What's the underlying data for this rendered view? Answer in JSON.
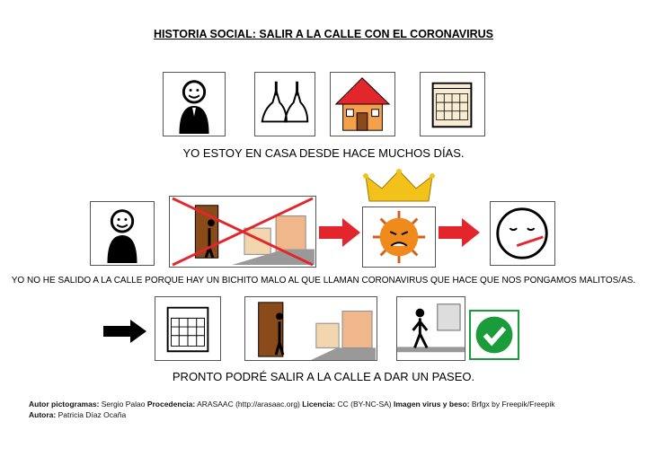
{
  "title": "HISTORIA SOCIAL: SALIR A LA CALLE CON EL CORONAVIRUS",
  "sentences": [
    "YO  ESTOY EN CASA DESDE HACE MUCHOS DÍAS.",
    "YO NO HE SALIDO A LA CALLE PORQUE HAY UN BICHITO MALO AL QUE LLAMAN CORONAVIRUS QUE HACE QUE NOS PONGAMOS MALITOS/AS.",
    "PRONTO PODRÉ SALIR A LA CALLE A DAR UN PASEO."
  ],
  "credits": {
    "l1": [
      {
        "b": "Autor pictogramas:",
        "t": " Sergio Palao "
      },
      {
        "b": "Procedencia:",
        "t": " ARASAAC (http://arasaac.org) "
      },
      {
        "b": "Licencia:",
        "t": " CC (BY-NC-SA) "
      },
      {
        "b": "Imagen virus y beso:",
        "t": " Brfgx by Freepik/Freepik"
      }
    ],
    "l2": {
      "b": "Autora:",
      "t": " Patricia Díaz Ocaña"
    }
  },
  "colors": {
    "red": "#e3262b",
    "green": "#1a9c3a",
    "house": "#f5a04a",
    "virus": "#f08a1c",
    "crown": "#f2c21b"
  }
}
